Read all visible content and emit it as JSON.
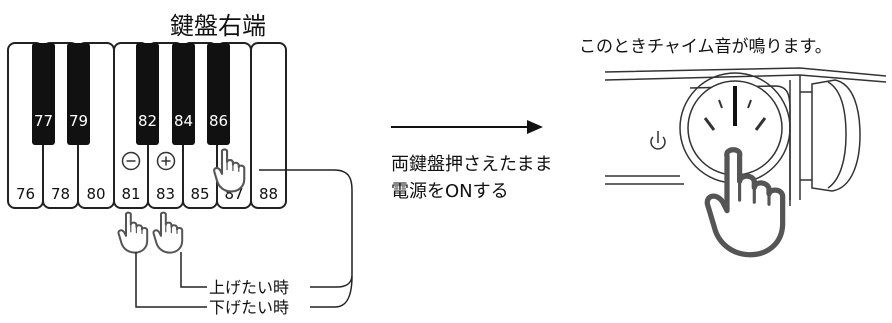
{
  "keyboard": {
    "title": "鍵盤右端",
    "white_keys": [
      "76",
      "78",
      "80",
      "81",
      "83",
      "85",
      "87",
      "88"
    ],
    "black_keys": [
      "77",
      "79",
      "82",
      "84",
      "86"
    ],
    "minus_symbol": "−",
    "plus_symbol": "+"
  },
  "legend": {
    "raise": "上げたい時",
    "lower": "下げたい時"
  },
  "instruction": {
    "line1": "両鍵盤押さえたまま",
    "line2": "電源をONする"
  },
  "result": {
    "caption": "このときチャイム音が鳴ります。"
  },
  "icons": {
    "power": "power-icon",
    "hand": "pointing-hand-icon",
    "arrow": "arrow-right-icon"
  }
}
